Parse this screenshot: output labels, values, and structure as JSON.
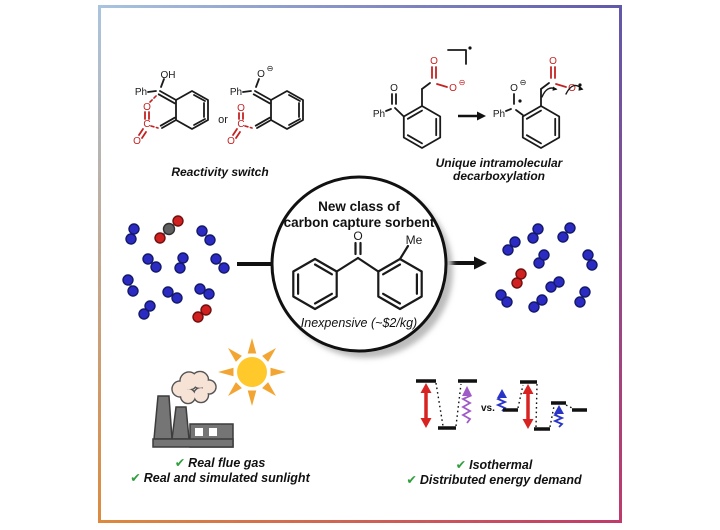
{
  "colors": {
    "frame_tl": "#a9c4df",
    "frame_tr": "#6058aa",
    "frame_br": "#c03a6b",
    "frame_bl": "#dd8a3e",
    "ink": "#1a1a1a",
    "chem_red": "#c42222",
    "mol_blue_fill": "#2b2bc4",
    "mol_blue_stroke": "#141a6a",
    "mol_red_fill": "#d02020",
    "mol_red_stroke": "#701010",
    "mol_gray_fill": "#606060",
    "mol_gray_stroke": "#303030",
    "bond": "#7a7f9a",
    "arrow_red": "#d82323",
    "zig_purple": "#a05ac8",
    "zig_blue": "#2a35c8",
    "check_green": "#2f9e3c",
    "sun_ray": "#f2a532",
    "sun_core": "#ffc92c",
    "factory_fill": "#757575",
    "factory_stroke": "#3c3c3c",
    "cloud_fill": "#f7e2d6",
    "cloud_stroke": "#555555",
    "shadow": "#bcbcbc"
  },
  "schemes": {
    "left": {
      "caption": "Reactivity switch",
      "or": "or"
    },
    "right": {
      "caption_line1": "Unique intramolecular",
      "caption_line2": "decarboxylation"
    }
  },
  "chem": {
    "ph": "Ph",
    "oh": "OH",
    "o": "O",
    "c": "C",
    "me": "Me",
    "minus": "⊖"
  },
  "center_badge": {
    "line1": "New class of",
    "line2": "carbon capture sorbent",
    "price": "Inexpensive (~$2/kg)"
  },
  "energy": {
    "vs": "vs."
  },
  "checklists": {
    "left": [
      {
        "check": "✔",
        "text": "Real flue gas"
      },
      {
        "check": "✔",
        "text": "Real and simulated sunlight"
      }
    ],
    "right": [
      {
        "check": "✔",
        "text": "Isothermal"
      },
      {
        "check": "✔",
        "text": "Distributed energy demand"
      }
    ]
  },
  "molecule_fields": {
    "left": [
      {
        "t": "n2",
        "a": [
          [
            134,
            229,
            "b"
          ],
          [
            131,
            239,
            "b"
          ]
        ]
      },
      {
        "t": "co2",
        "a": [
          [
            178,
            221,
            "r"
          ],
          [
            169,
            229,
            "g"
          ],
          [
            160,
            238,
            "r"
          ]
        ]
      },
      {
        "t": "n2",
        "a": [
          [
            202,
            231,
            "b"
          ],
          [
            210,
            240,
            "b"
          ]
        ]
      },
      {
        "t": "n2",
        "a": [
          [
            148,
            259,
            "b"
          ],
          [
            156,
            267,
            "b"
          ]
        ]
      },
      {
        "t": "n2",
        "a": [
          [
            183,
            258,
            "b"
          ],
          [
            180,
            268,
            "b"
          ]
        ]
      },
      {
        "t": "n2",
        "a": [
          [
            216,
            259,
            "b"
          ],
          [
            224,
            268,
            "b"
          ]
        ]
      },
      {
        "t": "n2",
        "a": [
          [
            128,
            280,
            "b"
          ],
          [
            133,
            291,
            "b"
          ]
        ]
      },
      {
        "t": "n2",
        "a": [
          [
            168,
            292,
            "b"
          ],
          [
            177,
            298,
            "b"
          ]
        ]
      },
      {
        "t": "n2",
        "a": [
          [
            200,
            289,
            "b"
          ],
          [
            209,
            294,
            "b"
          ]
        ]
      },
      {
        "t": "n2",
        "a": [
          [
            150,
            306,
            "b"
          ],
          [
            144,
            314,
            "b"
          ]
        ]
      },
      {
        "t": "o2",
        "a": [
          [
            206,
            310,
            "r"
          ],
          [
            198,
            317,
            "r"
          ]
        ]
      }
    ],
    "right": [
      {
        "t": "n2",
        "a": [
          [
            508,
            250,
            "b"
          ],
          [
            515,
            242,
            "b"
          ]
        ]
      },
      {
        "t": "n2",
        "a": [
          [
            533,
            238,
            "b"
          ],
          [
            538,
            229,
            "b"
          ]
        ]
      },
      {
        "t": "n2",
        "a": [
          [
            563,
            237,
            "b"
          ],
          [
            570,
            228,
            "b"
          ]
        ]
      },
      {
        "t": "n2",
        "a": [
          [
            539,
            263,
            "b"
          ],
          [
            544,
            255,
            "b"
          ]
        ]
      },
      {
        "t": "n2",
        "a": [
          [
            588,
            255,
            "b"
          ],
          [
            592,
            265,
            "b"
          ]
        ]
      },
      {
        "t": "o2",
        "a": [
          [
            521,
            274,
            "r"
          ],
          [
            517,
            283,
            "r"
          ]
        ]
      },
      {
        "t": "n2",
        "a": [
          [
            551,
            287,
            "b"
          ],
          [
            559,
            282,
            "b"
          ]
        ]
      },
      {
        "t": "n2",
        "a": [
          [
            501,
            295,
            "b"
          ],
          [
            507,
            302,
            "b"
          ]
        ]
      },
      {
        "t": "n2",
        "a": [
          [
            534,
            307,
            "b"
          ],
          [
            542,
            300,
            "b"
          ]
        ]
      },
      {
        "t": "n2",
        "a": [
          [
            580,
            302,
            "b"
          ],
          [
            585,
            292,
            "b"
          ]
        ]
      }
    ]
  }
}
